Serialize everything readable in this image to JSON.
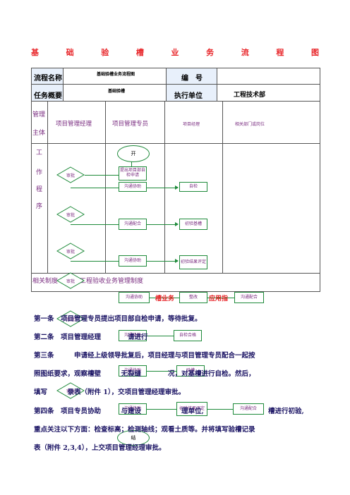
{
  "title": "基础验槽业务流程图",
  "title_chars": [
    "基",
    "础",
    "验",
    "槽",
    "业",
    "务",
    "流",
    "程",
    "图"
  ],
  "table": {
    "process_name_label": "流程名称",
    "process_name_value": "基础验槽业务流程图",
    "number_label": "编　号",
    "number_value": "",
    "task_label": "任务概要",
    "task_value": "基础验槽",
    "exec_unit_label": "执行单位",
    "exec_unit_value": "工程技术部",
    "subject_label_1": "管理",
    "subject_label_2": "主体",
    "roles": [
      "项目管理经理",
      "项目管理专员",
      "项目经理",
      "相关部门或岗位"
    ],
    "process_label_chars": [
      "工",
      "作",
      "程",
      "序"
    ],
    "related_label": "相关制度",
    "related_value": "工程验收业务管理制度"
  },
  "flow": {
    "start": "开",
    "end": "结",
    "approve": "审批",
    "s1_apply": "提出项目部自检申请",
    "s1_coord": "沟通协助",
    "s1_selfcheck": "自检",
    "s2_coord": "沟通配合",
    "s2_basecheck": "初验基槽",
    "s3_coord": "沟通协助",
    "s3_record": "初验结果评定",
    "s4_coord": "沟通协助",
    "s4_rectify": "整改",
    "s4_coop": "沟通配合",
    "s5_coord": "沟通协助",
    "s5_check": "自检合格",
    "s6_coord": "沟通协助",
    "s6_check": "验槽",
    "s7_coord": "沟通协助",
    "s7_record": "初验结果评定",
    "s7_coop": "沟通配合"
  },
  "overlay": {
    "middle_text": "槽业务",
    "middle_text_2": "应用指",
    "p4_tail": "槽进行初验,"
  },
  "paragraphs": {
    "p1": "第一条　项目管理专员提出项目部自检申请，等待批复。",
    "p2": "第二条　项目管理经理　　　　请进行",
    "p3a": "第三条　　　申请经上级领导批复后，项目经理与项目管理专员配合一起按",
    "p3b": "照图纸要求，观察槽壁　　　无裂缝　　　　况，对基槽进行自检。然后，",
    "p3c": "填写　　　录表（附件 1），交项目管理经理审批。",
    "p4a": "第四条　项目专员协助　　　与建设　　　　　　理单位,",
    "p4b": "重点关注以下方面：检查标高；检测轴线；观看土质等。并将填写验槽记录",
    "p4c": "表（附件 2,3,4），上交项目管理经理审批。"
  }
}
